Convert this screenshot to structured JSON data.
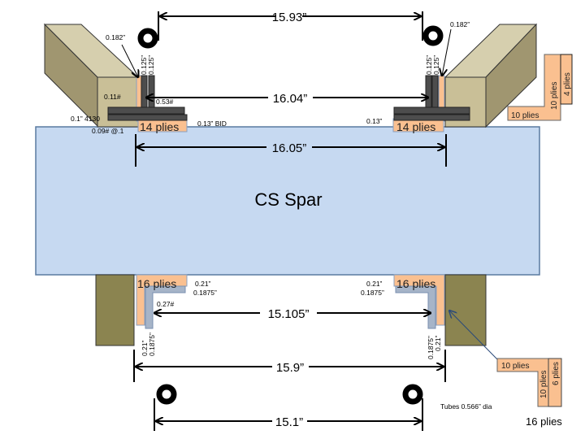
{
  "title": "CS Spar",
  "dimensions": {
    "top_tubes": "15.93”",
    "top_inner": "16.04”",
    "spar_top": "16.05”",
    "bottom_inner": "15.105”",
    "bottom_outer": "15.9”",
    "bottom_tubes": "15.1”"
  },
  "top_left": {
    "ply_thk": "0.182”",
    "plate1": "0.125”",
    "plate2": "0.125”",
    "block_wt": "0.11#",
    "tee_wt": "0.53#",
    "base": "0.1” 4130",
    "base_wt": "0.09# @.1",
    "bid": "0.13” BID",
    "plies": "14 plies"
  },
  "top_right": {
    "ply_thk": "0.182”",
    "plate1": "0.125”",
    "plate2": "0.125”",
    "base": "0.13”",
    "plies": "14 plies"
  },
  "bottom_left": {
    "plies": "16 plies",
    "t1": "0.21”",
    "t2": "0.1875”",
    "angle_wt": "0.27#",
    "v1": "0.21”",
    "v2": "0.1875”"
  },
  "bottom_right": {
    "plies": "16 plies",
    "t1": "0.21”",
    "t2": "0.1875”",
    "v1": "0.1875”",
    "v2": "0.21”"
  },
  "legend_top": {
    "horizontal": "10 plies",
    "vertical1": "10 plies",
    "vertical2": "4 plies"
  },
  "legend_bottom": {
    "horizontal": "10 plies",
    "vertical1": "10 plies",
    "vertical2": "6 plies",
    "total": "16 plies"
  },
  "tubes_note": "Tubes 0.566” dia",
  "colors": {
    "spar": "#c6d9f1",
    "ply": "#fac090",
    "steel": "#4d4d4d",
    "block": "#c9bf97",
    "bottom_block": "#8b8450"
  }
}
